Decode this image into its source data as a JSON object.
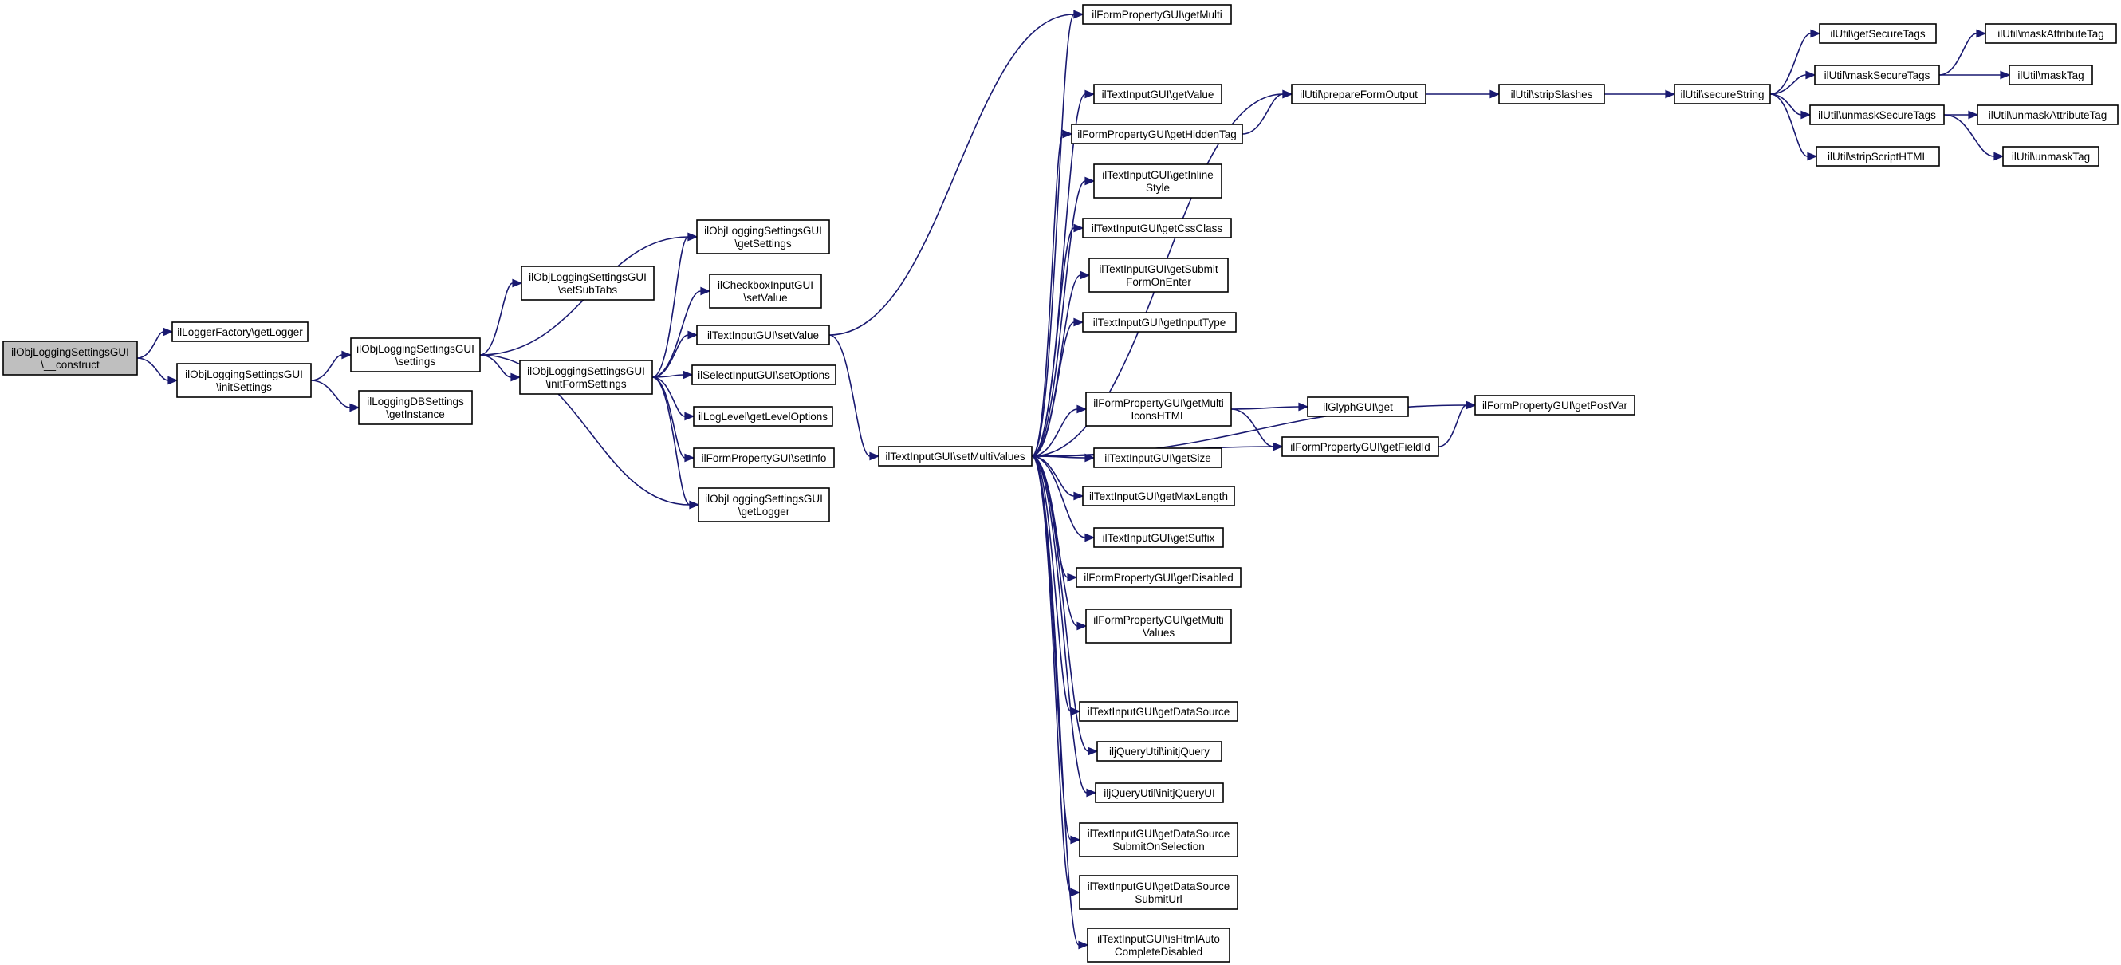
{
  "diagram": {
    "edge_color": "#191970",
    "root_fill": "#bfbfbf",
    "nodes": [
      {
        "id": "root",
        "lines": [
          "ilObjLoggingSettingsGUI",
          "\\__construct"
        ],
        "root": true
      },
      {
        "id": "getLoggerFactory",
        "lines": [
          "ilLoggerFactory\\getLogger"
        ]
      },
      {
        "id": "initSettings",
        "lines": [
          "ilObjLoggingSettingsGUI",
          "\\initSettings"
        ]
      },
      {
        "id": "settings",
        "lines": [
          "ilObjLoggingSettingsGUI",
          "\\settings"
        ]
      },
      {
        "id": "dbGetInstance",
        "lines": [
          "ilLoggingDBSettings",
          "\\getInstance"
        ]
      },
      {
        "id": "setSubTabs",
        "lines": [
          "ilObjLoggingSettingsGUI",
          "\\setSubTabs"
        ]
      },
      {
        "id": "initFormSettings",
        "lines": [
          "ilObjLoggingSettingsGUI",
          "\\initFormSettings"
        ]
      },
      {
        "id": "getSettings",
        "lines": [
          "ilObjLoggingSettingsGUI",
          "\\getSettings"
        ]
      },
      {
        "id": "cbSetValue",
        "lines": [
          "ilCheckboxInputGUI",
          "\\setValue"
        ]
      },
      {
        "id": "tiSetValue",
        "lines": [
          "ilTextInputGUI\\setValue"
        ]
      },
      {
        "id": "selSetOptions",
        "lines": [
          "ilSelectInputGUI\\setOptions"
        ]
      },
      {
        "id": "getLevelOptions",
        "lines": [
          "ilLogLevel\\getLevelOptions"
        ]
      },
      {
        "id": "setInfo",
        "lines": [
          "ilFormPropertyGUI\\setInfo"
        ]
      },
      {
        "id": "objGetLogger",
        "lines": [
          "ilObjLoggingSettingsGUI",
          "\\getLogger"
        ]
      },
      {
        "id": "setMultiValues",
        "lines": [
          "ilTextInputGUI\\setMultiValues"
        ]
      },
      {
        "id": "getMulti",
        "lines": [
          "ilFormPropertyGUI\\getMulti"
        ]
      },
      {
        "id": "tiGetValue",
        "lines": [
          "ilTextInputGUI\\getValue"
        ]
      },
      {
        "id": "getHiddenTag",
        "lines": [
          "ilFormPropertyGUI\\getHiddenTag"
        ]
      },
      {
        "id": "getInlineStyle",
        "lines": [
          "ilTextInputGUI\\getInline",
          "Style"
        ]
      },
      {
        "id": "getCssClass",
        "lines": [
          "ilTextInputGUI\\getCssClass"
        ]
      },
      {
        "id": "getSubmitFormOnEnter",
        "lines": [
          "ilTextInputGUI\\getSubmit",
          "FormOnEnter"
        ]
      },
      {
        "id": "getInputType",
        "lines": [
          "ilTextInputGUI\\getInputType"
        ]
      },
      {
        "id": "getMultiIconsHTML",
        "lines": [
          "ilFormPropertyGUI\\getMulti",
          "IconsHTML"
        ]
      },
      {
        "id": "getSize",
        "lines": [
          "ilTextInputGUI\\getSize"
        ]
      },
      {
        "id": "getMaxLength",
        "lines": [
          "ilTextInputGUI\\getMaxLength"
        ]
      },
      {
        "id": "getSuffix",
        "lines": [
          "ilTextInputGUI\\getSuffix"
        ]
      },
      {
        "id": "getDisabled",
        "lines": [
          "ilFormPropertyGUI\\getDisabled"
        ]
      },
      {
        "id": "getMultiValues",
        "lines": [
          "ilFormPropertyGUI\\getMulti",
          "Values"
        ]
      },
      {
        "id": "getDataSource",
        "lines": [
          "ilTextInputGUI\\getDataSource"
        ]
      },
      {
        "id": "initjQuery",
        "lines": [
          "iljQueryUtil\\initjQuery"
        ]
      },
      {
        "id": "initjQueryUI",
        "lines": [
          "iljQueryUtil\\initjQueryUI"
        ]
      },
      {
        "id": "getDataSourceSubmitOnSelection",
        "lines": [
          "ilTextInputGUI\\getDataSource",
          "SubmitOnSelection"
        ]
      },
      {
        "id": "getDataSourceSubmitUrl",
        "lines": [
          "ilTextInputGUI\\getDataSource",
          "SubmitUrl"
        ]
      },
      {
        "id": "isHtmlAutoCompleteDisabled",
        "lines": [
          "ilTextInputGUI\\isHtmlAuto",
          "CompleteDisabled"
        ]
      },
      {
        "id": "prepareFormOutput",
        "lines": [
          "ilUtil\\prepareFormOutput"
        ]
      },
      {
        "id": "stripSlashes",
        "lines": [
          "ilUtil\\stripSlashes"
        ]
      },
      {
        "id": "secureString",
        "lines": [
          "ilUtil\\secureString"
        ]
      },
      {
        "id": "getSecureTags",
        "lines": [
          "ilUtil\\getSecureTags"
        ]
      },
      {
        "id": "maskSecureTags",
        "lines": [
          "ilUtil\\maskSecureTags"
        ]
      },
      {
        "id": "unmaskSecureTags",
        "lines": [
          "ilUtil\\unmaskSecureTags"
        ]
      },
      {
        "id": "stripScriptHTML",
        "lines": [
          "ilUtil\\stripScriptHTML"
        ]
      },
      {
        "id": "maskAttributeTag",
        "lines": [
          "ilUtil\\maskAttributeTag"
        ]
      },
      {
        "id": "maskTag",
        "lines": [
          "ilUtil\\maskTag"
        ]
      },
      {
        "id": "unmaskAttributeTag",
        "lines": [
          "ilUtil\\unmaskAttributeTag"
        ]
      },
      {
        "id": "unmaskTag",
        "lines": [
          "ilUtil\\unmaskTag"
        ]
      },
      {
        "id": "glyphGet",
        "lines": [
          "ilGlyphGUI\\get"
        ]
      },
      {
        "id": "getFieldId",
        "lines": [
          "ilFormPropertyGUI\\getFieldId"
        ]
      },
      {
        "id": "getPostVar",
        "lines": [
          "ilFormPropertyGUI\\getPostVar"
        ]
      }
    ],
    "edges": [
      [
        "root",
        "getLoggerFactory"
      ],
      [
        "root",
        "initSettings"
      ],
      [
        "initSettings",
        "settings"
      ],
      [
        "initSettings",
        "dbGetInstance"
      ],
      [
        "settings",
        "setSubTabs"
      ],
      [
        "settings",
        "getSettings"
      ],
      [
        "settings",
        "initFormSettings"
      ],
      [
        "settings",
        "objGetLogger"
      ],
      [
        "initFormSettings",
        "getSettings"
      ],
      [
        "initFormSettings",
        "cbSetValue"
      ],
      [
        "initFormSettings",
        "tiSetValue"
      ],
      [
        "initFormSettings",
        "selSetOptions"
      ],
      [
        "initFormSettings",
        "getLevelOptions"
      ],
      [
        "initFormSettings",
        "setInfo"
      ],
      [
        "initFormSettings",
        "objGetLogger"
      ],
      [
        "tiSetValue",
        "getMulti"
      ],
      [
        "tiSetValue",
        "setMultiValues"
      ],
      [
        "setMultiValues",
        "getMulti"
      ],
      [
        "setMultiValues",
        "prepareFormOutput"
      ],
      [
        "setMultiValues",
        "tiGetValue"
      ],
      [
        "setMultiValues",
        "getHiddenTag"
      ],
      [
        "setMultiValues",
        "getInlineStyle"
      ],
      [
        "setMultiValues",
        "getCssClass"
      ],
      [
        "setMultiValues",
        "getSubmitFormOnEnter"
      ],
      [
        "setMultiValues",
        "getInputType"
      ],
      [
        "setMultiValues",
        "getPostVar"
      ],
      [
        "setMultiValues",
        "getMultiIconsHTML"
      ],
      [
        "setMultiValues",
        "getSize"
      ],
      [
        "setMultiValues",
        "getMaxLength"
      ],
      [
        "setMultiValues",
        "getSuffix"
      ],
      [
        "setMultiValues",
        "getDisabled"
      ],
      [
        "setMultiValues",
        "getMultiValues"
      ],
      [
        "setMultiValues",
        "getFieldId"
      ],
      [
        "setMultiValues",
        "getDataSource"
      ],
      [
        "setMultiValues",
        "initjQuery"
      ],
      [
        "setMultiValues",
        "initjQueryUI"
      ],
      [
        "setMultiValues",
        "getDataSourceSubmitOnSelection"
      ],
      [
        "setMultiValues",
        "getDataSourceSubmitUrl"
      ],
      [
        "setMultiValues",
        "isHtmlAutoCompleteDisabled"
      ],
      [
        "getHiddenTag",
        "prepareFormOutput"
      ],
      [
        "prepareFormOutput",
        "stripSlashes"
      ],
      [
        "stripSlashes",
        "secureString"
      ],
      [
        "secureString",
        "getSecureTags"
      ],
      [
        "secureString",
        "maskSecureTags"
      ],
      [
        "secureString",
        "unmaskSecureTags"
      ],
      [
        "secureString",
        "stripScriptHTML"
      ],
      [
        "maskSecureTags",
        "maskAttributeTag"
      ],
      [
        "maskSecureTags",
        "maskTag"
      ],
      [
        "unmaskSecureTags",
        "unmaskAttributeTag"
      ],
      [
        "unmaskSecureTags",
        "unmaskTag"
      ],
      [
        "getMultiIconsHTML",
        "glyphGet"
      ],
      [
        "getMultiIconsHTML",
        "getFieldId"
      ],
      [
        "getFieldId",
        "getPostVar"
      ]
    ]
  }
}
